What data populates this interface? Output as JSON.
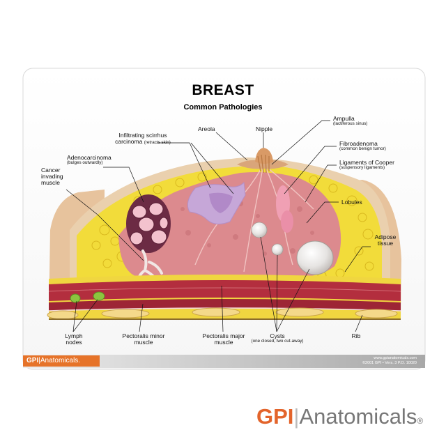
{
  "title": "BREAST",
  "subtitle": "Common Pathologies",
  "labels": {
    "areola": "Areola",
    "nipple": "Nipple",
    "ampulla": "Ampulla",
    "ampulla_sub": "(lactiferous sinus)",
    "infiltrating": "Infiltrating scirrhus",
    "infiltrating_2": "carcinoma",
    "infiltrating_sub": "(retracts skin)",
    "adenocarcinoma": "Adenocarcinoma",
    "adenocarcinoma_sub": "(bulges outwardly)",
    "fibroadenoma": "Fibroadenoma",
    "fibroadenoma_sub": "(common benign tumor)",
    "ligaments": "Ligaments of Cooper",
    "ligaments_sub": "(suspensory ligaments)",
    "cancer_muscle": "Cancer invading muscle",
    "lobules": "Lobules",
    "adipose": "Adipose tissue",
    "lymph": "Lymph nodes",
    "pec_minor": "Pectoralis minor muscle",
    "pec_major": "Pectoralis major muscle",
    "cysts": "Cysts",
    "cysts_sub": "(one closed, two cut-away)",
    "rib": "Rib"
  },
  "card_logo": {
    "gpi": "GPI",
    "sep": "|",
    "name": "Anatomicals."
  },
  "card_url": "www.gpianatomicals.com",
  "card_copyright": "©2001 GPI • Vers. 3  P.O. 10020",
  "brand": {
    "gpi": "GPI",
    "sep": "|",
    "name": "Anatomicals",
    "reg": "®"
  },
  "colors": {
    "accent": "#e67329",
    "brand_text": "#777777",
    "fat": "#f2dc3a",
    "muscle": "#b32e3e",
    "gland": "#dc8a8e",
    "skin": "#e9c9a4"
  }
}
